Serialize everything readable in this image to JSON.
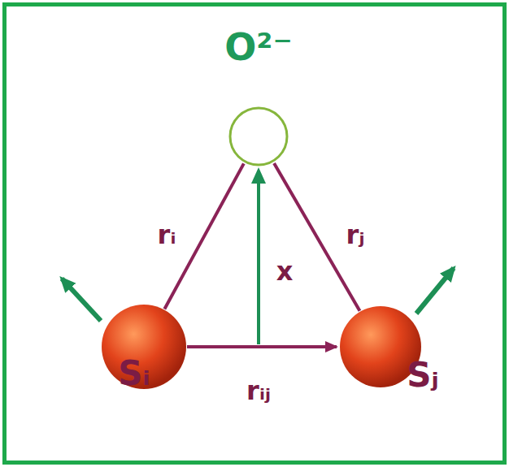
{
  "diagram": {
    "nodes": [
      {
        "text": [
          "O²⁻"
        ]
      },
      {
        "text": [
          "Sᵢ"
        ]
      },
      {
        "text": [
          "Sⱼ"
        ]
      }
    ],
    "edges": [
      {
        "from": 1,
        "to": 0,
        "arrow": "none",
        "label": "rᵢ"
      },
      {
        "from": 2,
        "to": 0,
        "arrow": "none",
        "label": "rⱼ"
      },
      {
        "from": 1,
        "to": 2,
        "arrow": "to",
        "label": "rᵢⱼ"
      }
    ],
    "labels": [
      "x"
    ]
  }
}
